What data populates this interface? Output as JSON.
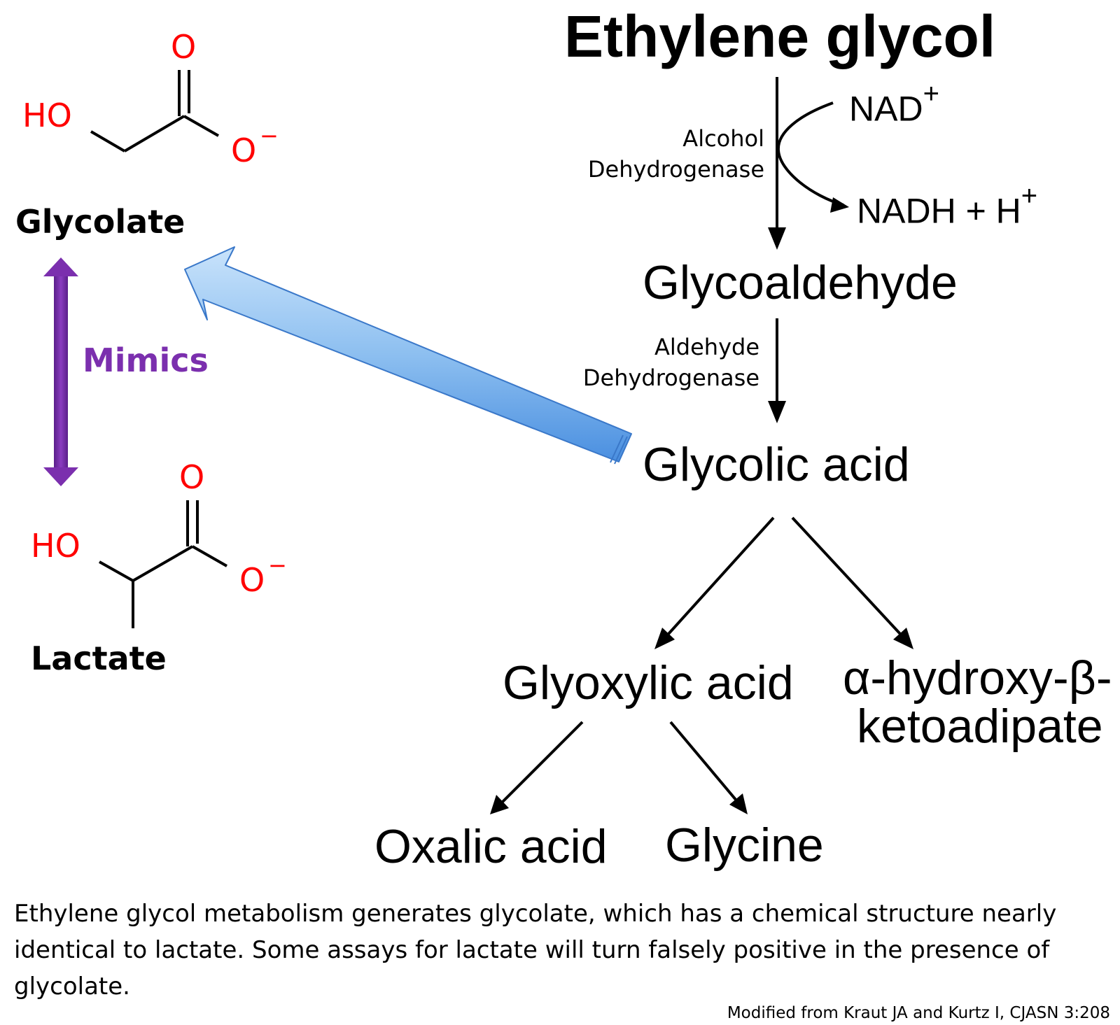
{
  "pathway": {
    "ethylene_glycol": "Ethylene glycol",
    "glycoaldehyde": "Glycoaldehyde",
    "glycolic_acid": "Glycolic acid",
    "glyoxylic_acid": "Glyoxylic acid",
    "hydroxy_keto_line1": "α-hydroxy-β-",
    "hydroxy_keto_line2": "ketoadipate",
    "oxalic_acid": "Oxalic acid",
    "glycine": "Glycine"
  },
  "enzymes": {
    "alcohol_line1": "Alcohol",
    "alcohol_line2": "Dehydrogenase",
    "aldehyde_line1": "Aldehyde",
    "aldehyde_line2": "Dehydrogenase"
  },
  "cofactors": {
    "nad": "NAD",
    "nad_charge": "+",
    "nadh": "NADH + H",
    "nadh_charge": "+"
  },
  "molecules": {
    "glycolate": {
      "name": "Glycolate",
      "ho": "HO",
      "o_double": "O",
      "o_minus": "O",
      "charge": "−"
    },
    "lactate": {
      "name": "Lactate",
      "ho": "HO",
      "o_double": "O",
      "o_minus": "O",
      "charge": "−"
    }
  },
  "mimics_label": "Mimics",
  "caption": "Ethylene glycol metabolism generates glycolate, which has a chemical structure nearly identical to lactate.  Some assays for lactate will turn falsely positive in the presence of glycolate.",
  "credit": "Modified from Kraut JA and Kurtz I, CJASN 3:208",
  "colors": {
    "atom_red": "#ff0000",
    "mimics_purple": "#7b2fae",
    "arrow_blue_light": "#a9d1f5",
    "arrow_blue_dark": "#4a8fe0"
  }
}
